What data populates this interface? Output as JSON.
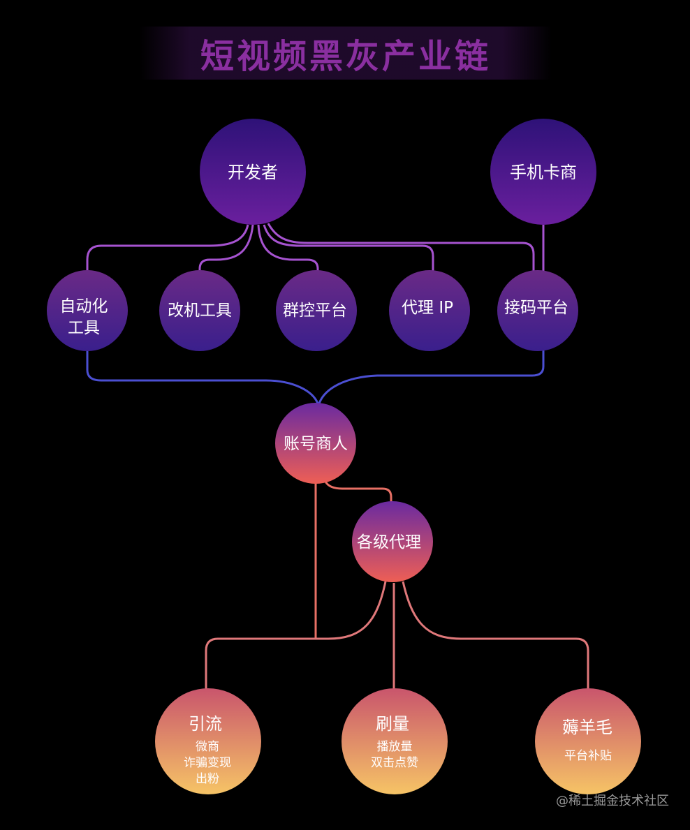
{
  "title": "短视频黑灰产业链",
  "watermark": "@稀土掘金技术社区",
  "colors": {
    "background": "#000000",
    "title_text": "#8a2fa0",
    "purple_top": "#3a168a",
    "purple_bottom": "#6a1ea0",
    "node_grad_a_top": "#4a1d8f",
    "node_grad_a_bottom": "#5a1f90",
    "red_bottom": "#e65a5a",
    "orange_bottom": "#f4c066",
    "link_purple": "#a653d0",
    "link_blue": "#4b4fd2",
    "link_orange": "#e87065",
    "link_pink": "#e0787a"
  },
  "nodes": {
    "developer": {
      "label": "开发者"
    },
    "sim_merchant": {
      "label": "手机卡商"
    },
    "automation_tools": {
      "label_lines": [
        "自动化",
        "工具"
      ]
    },
    "modding_tools": {
      "label": "改机工具"
    },
    "group_control": {
      "label": "群控平台"
    },
    "proxy_ip": {
      "label": "代理 IP"
    },
    "sms_platform": {
      "label": "接码平台"
    },
    "account_merchant": {
      "label": "账号商人"
    },
    "agents": {
      "label": "各级代理"
    },
    "traffic_diversion": {
      "label": "引流",
      "sub_lines": [
        "微商",
        "诈骗变现",
        "出粉"
      ]
    },
    "fake_volume": {
      "label": "刷量",
      "sub_lines": [
        "播放量",
        "双击点赞"
      ]
    },
    "bonus_hunting": {
      "label": "薅羊毛",
      "sub_lines": [
        "平台补贴"
      ]
    }
  }
}
